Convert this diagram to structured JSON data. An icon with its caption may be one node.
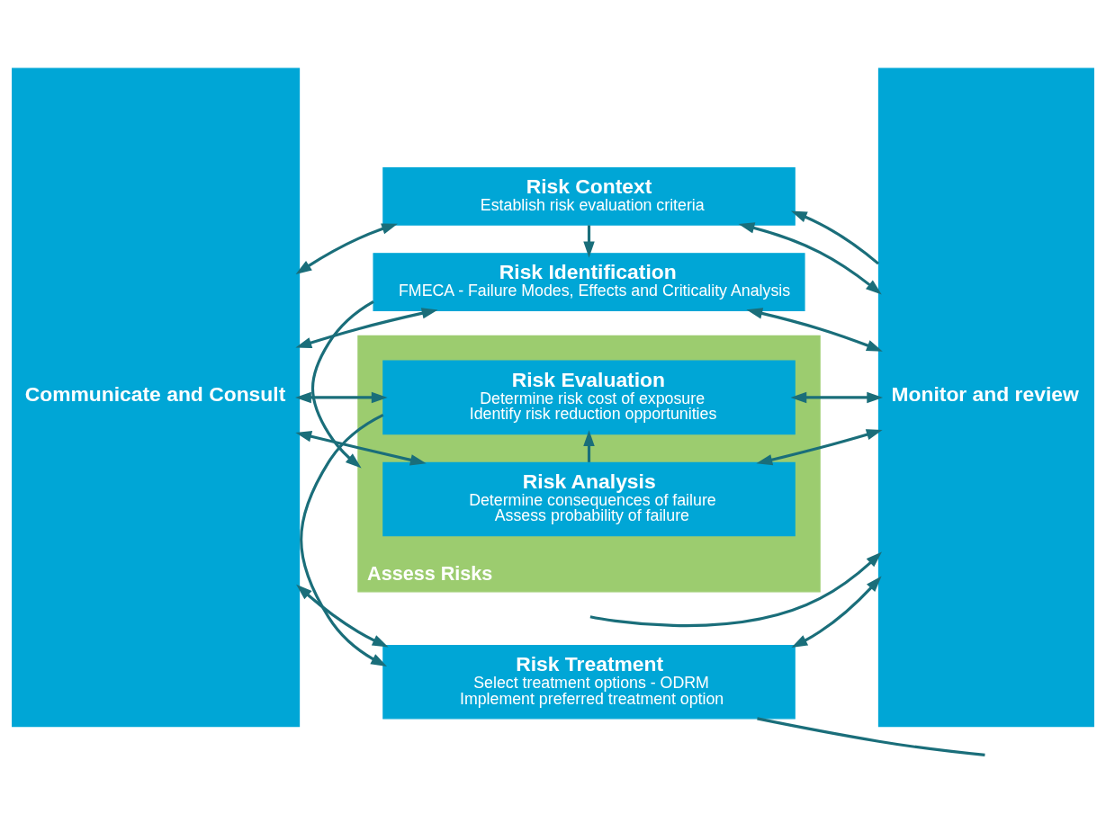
{
  "diagram": {
    "nodes": [
      {
        "text": [
          "Communicate and Consult"
        ]
      },
      {
        "text": [
          "Risk Context",
          "Establish risk evaluation criteria"
        ]
      },
      {
        "text": [
          "Risk Identification",
          "FMECA - Failure Modes, Effects and Criticality Analysis"
        ]
      },
      {
        "text": [
          "Assess Risks"
        ]
      },
      {
        "text": [
          "Risk Analysis",
          "Determine consequences of failure",
          "Assess probability of failure"
        ],
        "in": 3
      },
      {
        "text": [
          "Risk Evaluation",
          "Determine risk cost of exposure",
          "Identify risk reduction opportunities"
        ],
        "in": 3
      },
      {
        "text": [
          "Risk Treatment",
          "Select treatment options - ODRM",
          "Implement preferred treatment option"
        ]
      },
      {
        "text": [
          "Monitor and review"
        ]
      }
    ],
    "edges": [
      {
        "from": 1,
        "to": 2,
        "arrow": "to"
      },
      {
        "from": 2,
        "to": 3,
        "arrow": "to"
      },
      {
        "from": 4,
        "to": 5,
        "arrow": "to"
      },
      {
        "from": 5,
        "to": 6,
        "arrow": "to"
      },
      {
        "from": 6,
        "to": null,
        "arrow": "none"
      },
      {
        "from": null,
        "to": 7,
        "arrow": "to"
      },
      {
        "from": 7,
        "to": 1,
        "arrow": "to"
      },
      {
        "from": 0,
        "to": 1,
        "arrow": "both"
      },
      {
        "from": 0,
        "to": 2,
        "arrow": "both"
      },
      {
        "from": 0,
        "to": 4,
        "arrow": "both"
      },
      {
        "from": 0,
        "to": 5,
        "arrow": "both"
      },
      {
        "from": 0,
        "to": 6,
        "arrow": "both"
      },
      {
        "from": 1,
        "to": 7,
        "arrow": "both"
      },
      {
        "from": 2,
        "to": 7,
        "arrow": "both"
      },
      {
        "from": 4,
        "to": 7,
        "arrow": "both"
      },
      {
        "from": 5,
        "to": 7,
        "arrow": "both"
      },
      {
        "from": 6,
        "to": 7,
        "arrow": "both"
      }
    ]
  }
}
